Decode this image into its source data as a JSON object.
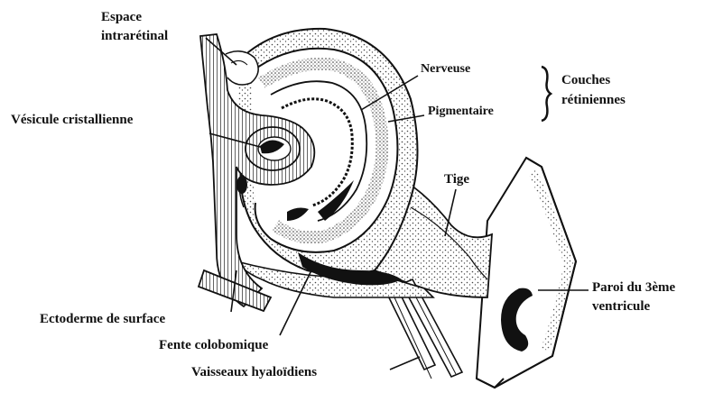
{
  "labels": {
    "espace_line1": "Espace",
    "espace_line2": "intrarétinal",
    "vesicule": "Vésicule cristallienne",
    "nerveuse": "Nerveuse",
    "pigmentaire": "Pigmentaire",
    "couches_line1": "Couches",
    "couches_line2": "rétiniennes",
    "tige": "Tige",
    "paroi_line1": "Paroi du 3ème",
    "paroi_line2": "ventricule",
    "ectoderme": "Ectoderme de surface",
    "fente": "Fente colobomique",
    "vaisseaux": "Vaisseaux hyaloïdiens"
  },
  "colors": {
    "ink": "#111111",
    "paper": "#ffffff",
    "stipple": "#555555"
  }
}
